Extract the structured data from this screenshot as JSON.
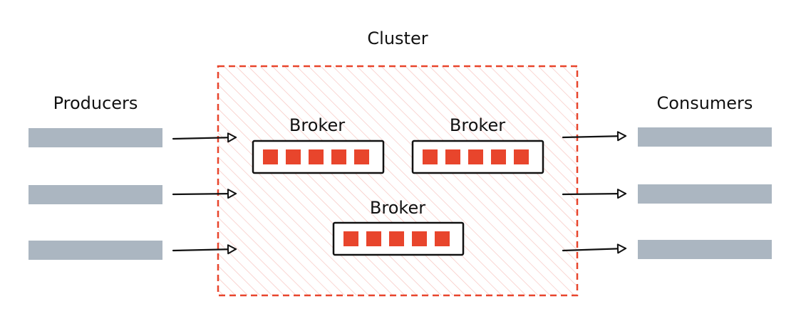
{
  "cluster": {
    "title": "Cluster",
    "border_color": "#e8452c",
    "hatch_color": "#f7c4bf"
  },
  "producers": {
    "title": "Producers",
    "count": 3,
    "bar_color": "#abb6c1"
  },
  "consumers": {
    "title": "Consumers",
    "count": 3,
    "bar_color": "#abb6c1"
  },
  "brokers": [
    {
      "label": "Broker",
      "partitions": 5
    },
    {
      "label": "Broker",
      "partitions": 5
    },
    {
      "label": "Broker",
      "partitions": 5
    }
  ],
  "partition_color": "#e8452c",
  "ink_color": "#111111"
}
